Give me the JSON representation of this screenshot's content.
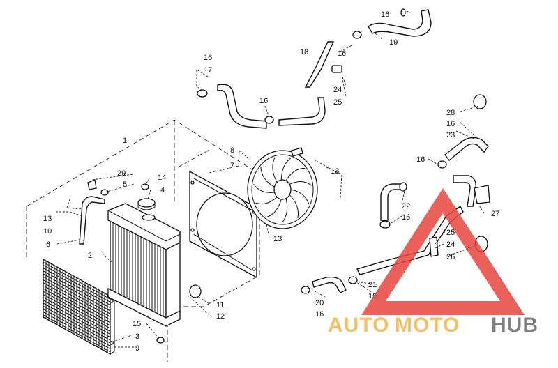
{
  "diagram": {
    "callouts": [
      {
        "id": "c1",
        "text": "1"
      },
      {
        "id": "c2",
        "text": "2"
      },
      {
        "id": "c3",
        "text": "3"
      },
      {
        "id": "c4",
        "text": "4"
      },
      {
        "id": "c5",
        "text": "5"
      },
      {
        "id": "c6",
        "text": "6"
      },
      {
        "id": "c7",
        "text": "7"
      },
      {
        "id": "c8",
        "text": "8"
      },
      {
        "id": "c9",
        "text": "9"
      },
      {
        "id": "c10",
        "text": "10"
      },
      {
        "id": "c11",
        "text": "11"
      },
      {
        "id": "c12",
        "text": "12"
      },
      {
        "id": "c13a",
        "text": "13"
      },
      {
        "id": "c13b",
        "text": "13"
      },
      {
        "id": "c13c",
        "text": "13"
      },
      {
        "id": "c14",
        "text": "14"
      },
      {
        "id": "c15",
        "text": "15"
      },
      {
        "id": "c16a",
        "text": "16"
      },
      {
        "id": "c16b",
        "text": "16"
      },
      {
        "id": "c16c",
        "text": "16"
      },
      {
        "id": "c16d",
        "text": "16"
      },
      {
        "id": "c16e",
        "text": "16"
      },
      {
        "id": "c16f",
        "text": "16"
      },
      {
        "id": "c16g",
        "text": "16"
      },
      {
        "id": "c16h",
        "text": "16"
      },
      {
        "id": "c16i",
        "text": "16"
      },
      {
        "id": "c17",
        "text": "17"
      },
      {
        "id": "c18",
        "text": "18"
      },
      {
        "id": "c19",
        "text": "19"
      },
      {
        "id": "c20",
        "text": "20"
      },
      {
        "id": "c21",
        "text": "21"
      },
      {
        "id": "c22",
        "text": "22"
      },
      {
        "id": "c23",
        "text": "23"
      },
      {
        "id": "c24a",
        "text": "24"
      },
      {
        "id": "c24b",
        "text": "24"
      },
      {
        "id": "c25a",
        "text": "25"
      },
      {
        "id": "c25b",
        "text": "25"
      },
      {
        "id": "c26",
        "text": "26"
      },
      {
        "id": "c27",
        "text": "27"
      },
      {
        "id": "c28",
        "text": "28"
      },
      {
        "id": "c29",
        "text": "29"
      }
    ]
  },
  "watermark": {
    "word_auto": "AUTO",
    "word_moto": "MOTO",
    "word_hub": "HUB",
    "colors": {
      "auto": "#f2b64b",
      "moto": "#f2b64b",
      "hub": "#6b6b6b",
      "triangle": "#e8453c"
    }
  }
}
